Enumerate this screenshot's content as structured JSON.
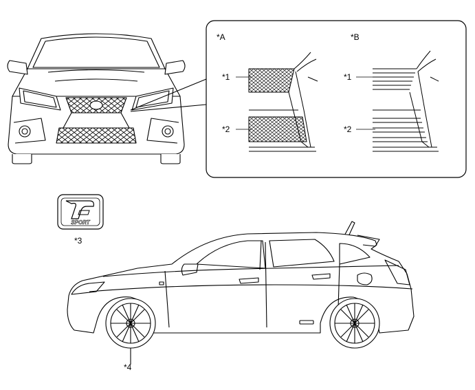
{
  "callouts": {
    "variant_a": "*A",
    "variant_b": "*B",
    "a_upper": "*1",
    "a_lower": "*2",
    "b_upper": "*1",
    "b_lower": "*2",
    "emblem": "*3",
    "wheel": "*4"
  },
  "emblem_badge": {
    "lettering": "SPORT"
  },
  "colors": {
    "line": "#000000",
    "background": "#ffffff"
  }
}
